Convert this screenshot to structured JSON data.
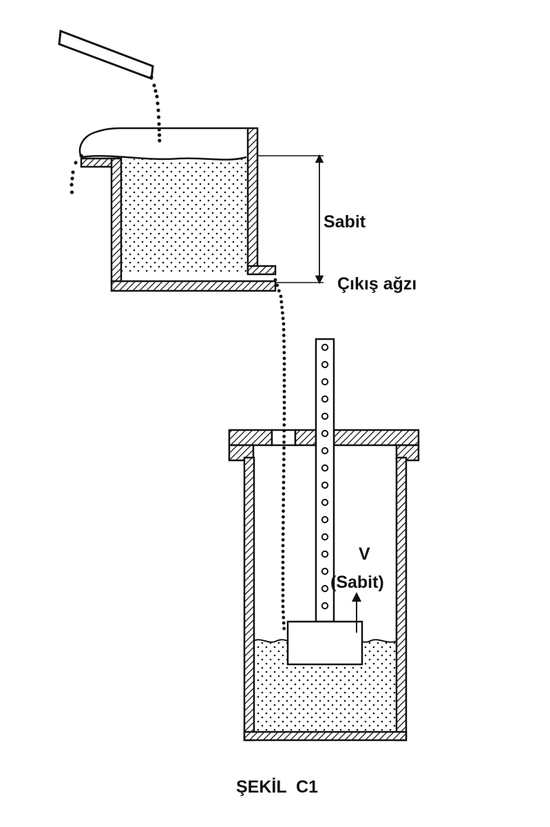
{
  "labels": {
    "constant_head": "Sabit",
    "outlet": "Çıkış ağzı",
    "velocity_symbol": "V",
    "velocity_note": "(Sabit)",
    "figure_caption": "ŞEKİL  C1"
  },
  "colors": {
    "ink": "#111111",
    "background": "#ffffff"
  }
}
